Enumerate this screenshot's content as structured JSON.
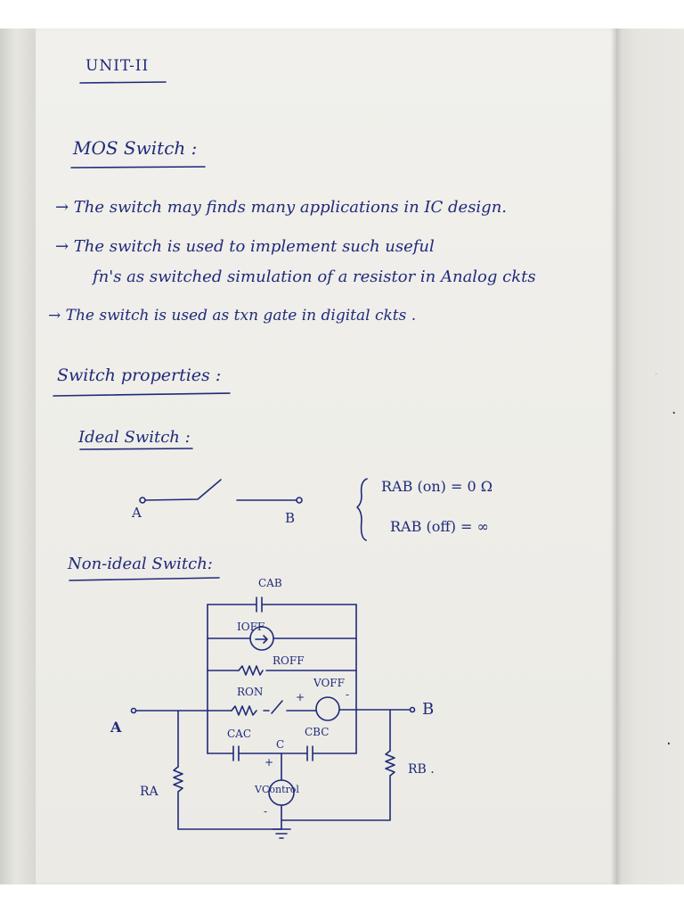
{
  "notes": {
    "unit_title": "UNIT-II",
    "heading_mos": "MOS Switch :",
    "bullet1": "→ The switch may finds many applications in IC design.",
    "bullet2_line1": "→ The switch is used to implement such useful",
    "bullet2_line2": "fn's as switched simulation of a resistor in Analog ckts",
    "bullet3": "→ The switch is used as txn gate in digital ckts .",
    "heading_props": "Switch properties :",
    "heading_ideal": "Ideal Switch :",
    "ideal_A": "A",
    "ideal_B": "B",
    "eq_on": "RAB (on) = 0 Ω",
    "eq_off": "RAB (off) = ∞",
    "heading_nonideal": "Non-ideal Switch:"
  },
  "circuit": {
    "c_ab": "CAB",
    "i_off": "IOFF",
    "r_off": "ROFF",
    "r_on": "RON",
    "v_off": "VOFF",
    "c_ac": "CAC",
    "c_node": "C",
    "c_bc": "CBC",
    "v_control": "VControl",
    "r_a": "RA",
    "r_b": "RB .",
    "node_a": "A",
    "node_b": "B",
    "plus": "+",
    "minus": "-"
  },
  "colors": {
    "ink": "#1f2a7a",
    "paper": "#efeee9"
  }
}
